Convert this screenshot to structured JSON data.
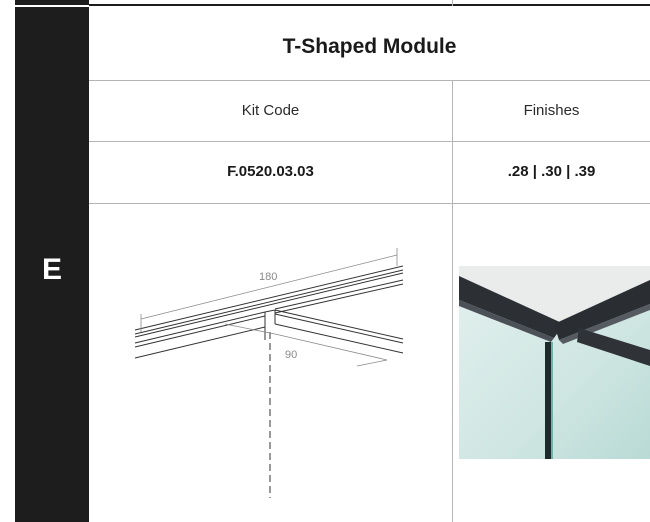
{
  "section": {
    "letter": "E"
  },
  "module": {
    "title": "T-Shaped Module"
  },
  "table": {
    "headers": {
      "kit_code": "Kit Code",
      "finishes": "Finishes"
    },
    "values": {
      "kit_code": "F.0520.03.03",
      "finishes": ".28 | .30 | .39"
    }
  },
  "drawing": {
    "dim_main": "180",
    "dim_branch": "90"
  },
  "colors": {
    "sidebar": "#1d1d1d",
    "frame": "#2e3236",
    "glass": "#cfe6e2"
  }
}
